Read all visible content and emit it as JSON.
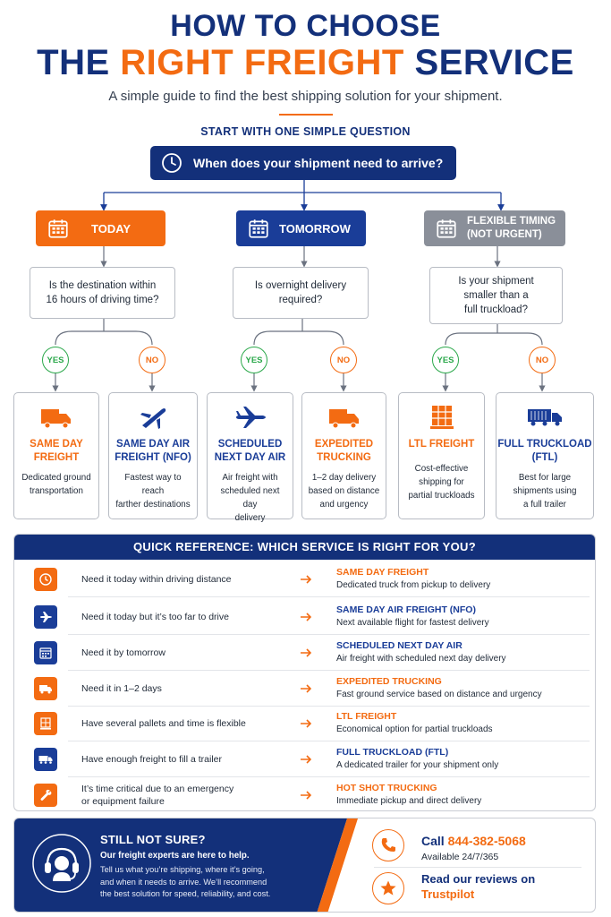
{
  "header": {
    "title_line1": "HOW TO CHOOSE",
    "title_line2_a": "THE ",
    "title_line2_b": "RIGHT FREIGHT",
    "title_line2_c": " SERVICE",
    "subtitle": "A simple guide to find the best shipping solution for your shipment.",
    "start_label": "START WITH ONE SIMPLE QUESTION",
    "main_question": "When does your shipment need to arrive?"
  },
  "categories": {
    "today": "TODAY",
    "tomorrow": "TOMORROW",
    "flexible_line1": "FLEXIBLE TIMING",
    "flexible_line2": "(NOT URGENT)"
  },
  "questions": {
    "q1_line1": "Is the destination within",
    "q1_line2": "16 hours of driving time?",
    "q2_line1": "Is overnight delivery",
    "q2_line2": "required?",
    "q3_line1": "Is your shipment",
    "q3_line2": "smaller than a",
    "q3_line3": "full truckload?"
  },
  "answers": {
    "yes": "YES",
    "no": "NO"
  },
  "cards": [
    {
      "title1": "SAME DAY",
      "title2": "FREIGHT",
      "desc1": "Dedicated ground",
      "desc2": "transportation",
      "desc3": ""
    },
    {
      "title1": "SAME DAY AIR",
      "title2": "FREIGHT (NFO)",
      "desc1": "Fastest way to reach",
      "desc2": "farther destinations",
      "desc3": ""
    },
    {
      "title1": "SCHEDULED",
      "title2": "NEXT DAY AIR",
      "desc1": "Air freight with",
      "desc2": "scheduled next day",
      "desc3": "delivery"
    },
    {
      "title1": "EXPEDITED",
      "title2": "TRUCKING",
      "desc1": "1–2 day delivery",
      "desc2": "based on distance",
      "desc3": "and urgency"
    },
    {
      "title1": "LTL FREIGHT",
      "title2": "",
      "desc1": "Cost-effective",
      "desc2": "shipping for",
      "desc3": "partial truckloads"
    },
    {
      "title1": "FULL TRUCKLOAD",
      "title2": "(FTL)",
      "desc1": "Best for large",
      "desc2": "shipments using",
      "desc3": "a full trailer"
    }
  ],
  "quick_reference": {
    "heading": "QUICK REFERENCE: WHICH SERVICE IS RIGHT FOR YOU?",
    "rows": [
      {
        "need1": "Need it today within driving distance",
        "need2": "",
        "service": "SAME DAY FREIGHT",
        "desc": "Dedicated truck from pickup to delivery"
      },
      {
        "need1": "Need it today but it’s too far to drive",
        "need2": "",
        "service": "SAME DAY AIR FREIGHT (NFO)",
        "desc": "Next available flight for fastest delivery"
      },
      {
        "need1": "Need it by tomorrow",
        "need2": "",
        "service": "SCHEDULED NEXT DAY AIR",
        "desc": "Air freight with scheduled next day delivery"
      },
      {
        "need1": "Need it in 1–2 days",
        "need2": "",
        "service": "EXPEDITED TRUCKING",
        "desc": "Fast ground service based on distance and urgency"
      },
      {
        "need1": "Have several pallets and time is flexible",
        "need2": "",
        "service": "LTL FREIGHT",
        "desc": "Economical option for partial truckloads"
      },
      {
        "need1": "Have enough freight to fill a trailer",
        "need2": "",
        "service": "FULL TRUCKLOAD (FTL)",
        "desc": "A dedicated trailer for your shipment only"
      },
      {
        "need1": "It’s time critical due to an emergency",
        "need2": "or equipment failure",
        "service": "HOT SHOT TRUCKING",
        "desc": "Immediate pickup and direct delivery"
      }
    ]
  },
  "footer": {
    "title": "STILL NOT SURE?",
    "subtitle": "Our freight experts are here to help.",
    "body1": "Tell us what you’re shipping, where it’s going,",
    "body2": "and when it needs to arrive. We’ll recommend",
    "body3": "the best solution for speed, reliability, and cost.",
    "call_label": "Call ",
    "phone": "844-382-5068",
    "availability": "Available 24/7/365",
    "reviews_line1": "Read our reviews on",
    "reviews_line2": "Trustpilot"
  },
  "colors": {
    "navy": "#13307a",
    "blue": "#1a3d98",
    "orange": "#f36b12",
    "gray": "#8a8f99",
    "green": "#2aa84a"
  }
}
